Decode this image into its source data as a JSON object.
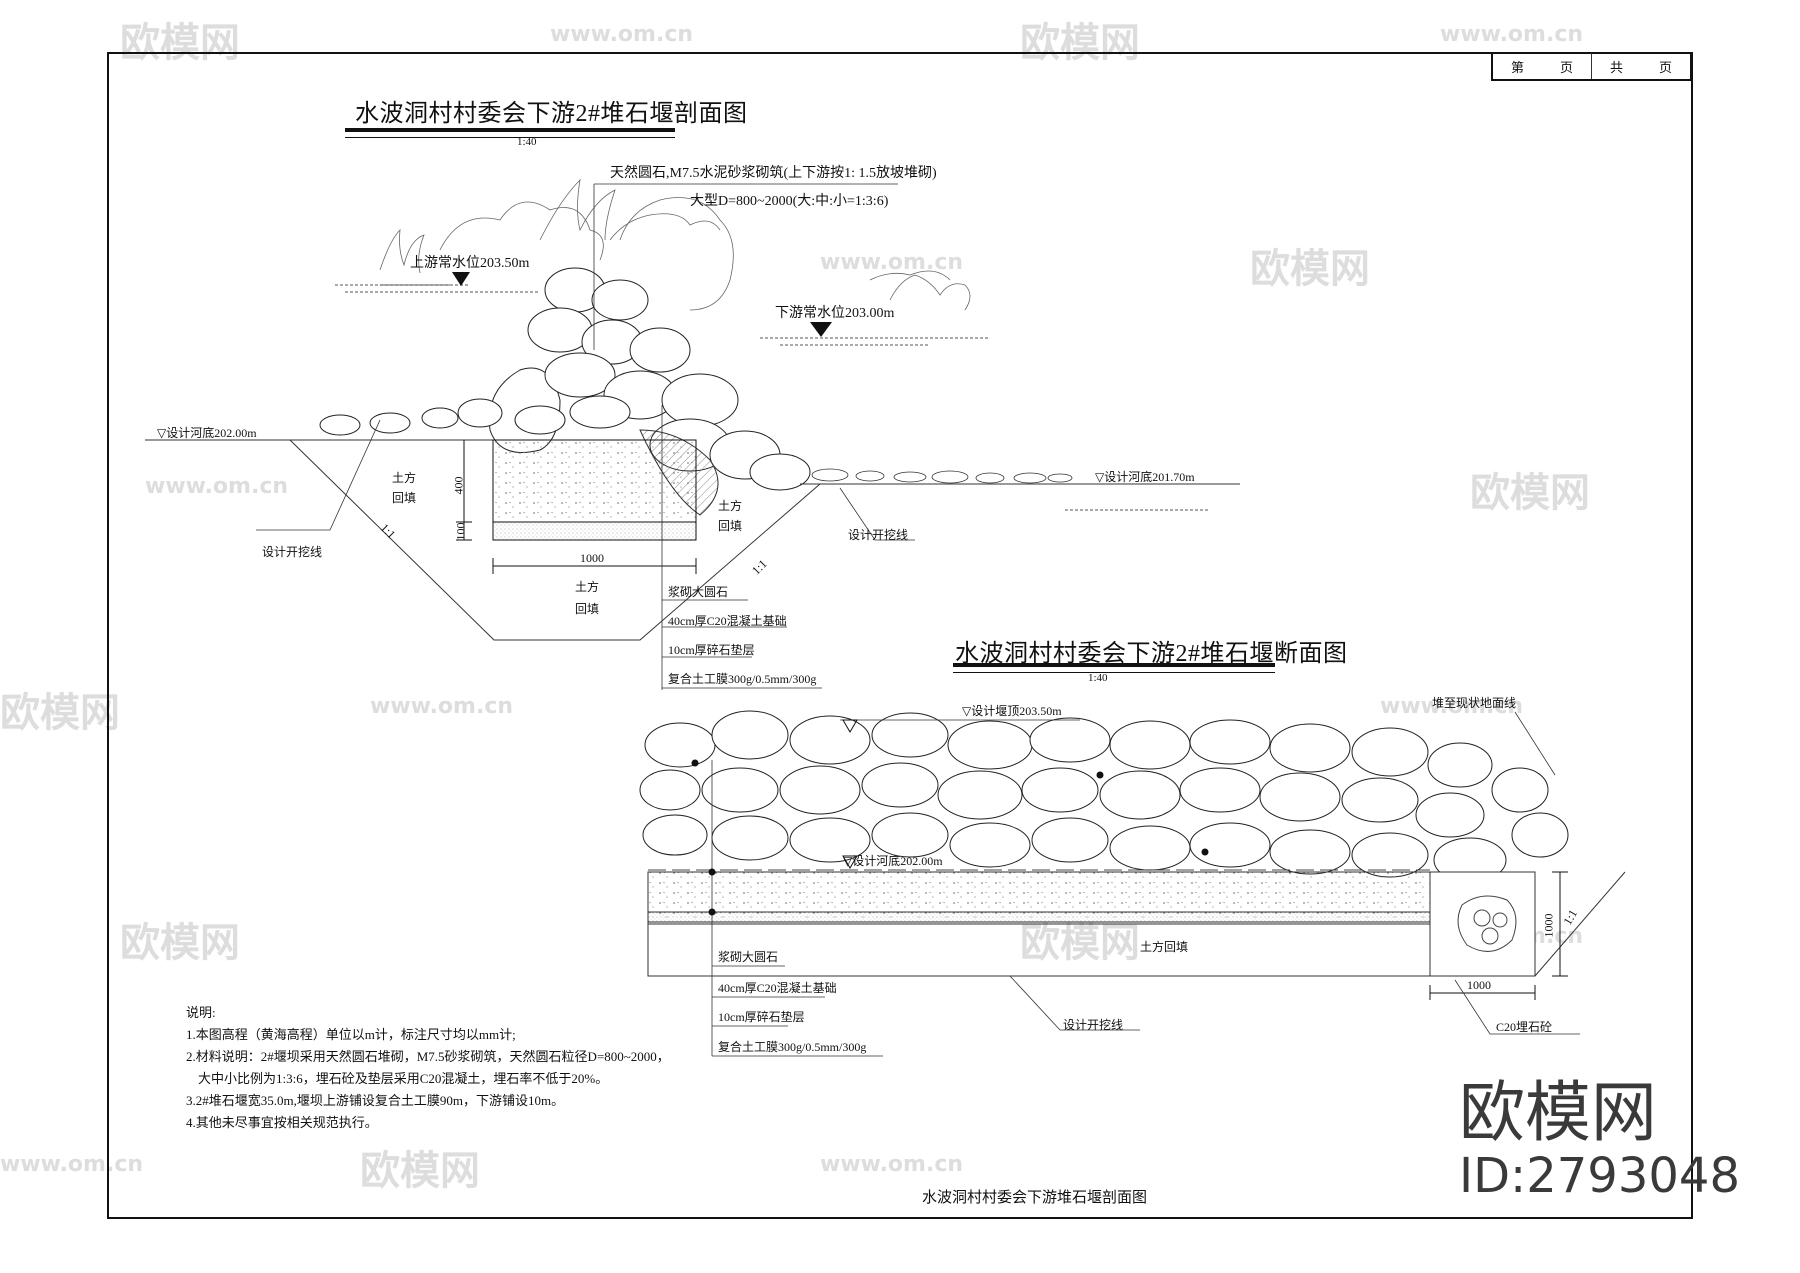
{
  "page_box": {
    "page_label": [
      "第",
      "页"
    ],
    "total_label": [
      "共",
      "页"
    ]
  },
  "section1": {
    "title": "水波洞村村委会下游2#堆石堰剖面图",
    "scale": "1:40",
    "callout_line1": "天然圆石,M7.5水泥砂浆砌筑(上下游按1: 1.5放坡堆砌)",
    "callout_line2": "大型D=800~2000(大:中:小=1:3:6)",
    "upstream_water_level": "上游常水位203.50m",
    "downstream_water_level": "下游常水位203.00m",
    "riverbed_upstream": "▽设计河底202.00m",
    "riverbed_downstream": "▽设计河底201.70m",
    "fill_left": [
      "土方",
      "回填"
    ],
    "fill_mid": [
      "土方",
      "回填"
    ],
    "fill_bottom": [
      "土方",
      "回填"
    ],
    "excavation_left": "设计开挖线",
    "excavation_right": "设计开挖线",
    "slope_left": "1:1",
    "slope_right": "1:1",
    "dim_400": "400",
    "dim_100": "100",
    "dim_1000": "1000",
    "layers": [
      "浆砌大圆石",
      "40cm厚C20混凝土基础",
      "10cm厚碎石垫层",
      "复合土工膜300g/0.5mm/300g"
    ]
  },
  "section2": {
    "title": "水波洞村村委会下游2#堆石堰断面图",
    "scale": "1:40",
    "weir_top": "▽设计堰顶203.50m",
    "riverbed": "▽设计河底202.00m",
    "pile_note": "堆至现状地面线",
    "fill": "土方回填",
    "excavation": "设计开挖线",
    "slope": "1:1",
    "dim_height": "1000",
    "dim_width": "1000",
    "anchor": "C20埋石砼",
    "layers": [
      "浆砌大圆石",
      "40cm厚C20混凝土基础",
      "10cm厚碎石垫层",
      "复合土工膜300g/0.5mm/300g"
    ]
  },
  "notes": {
    "heading": "说明:",
    "lines": [
      "1.本图高程（黄海高程）单位以m计，标注尺寸均以mm计;",
      "2.材料说明：2#堰坝采用天然圆石堆砌，M7.5砂浆砌筑，天然圆石粒径D=800~2000，",
      "   大中小比例为1:3:6，埋石砼及垫层采用C20混凝土，埋石率不低于20%。",
      "3.2#堆石堰宽35.0m,堰坝上游铺设复合土工膜90m，下游铺设10m。",
      "4.其他未尽事宜按相关规范执行。"
    ]
  },
  "footer_title": "水波洞村村委会下游堆石堰剖面图",
  "watermark": {
    "brand": "欧模网",
    "site": "www.om.cn",
    "id": "ID:2793048"
  }
}
